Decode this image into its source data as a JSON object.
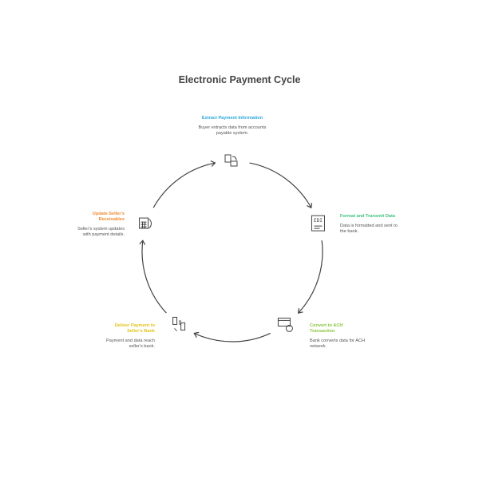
{
  "title": "Electronic Payment Cycle",
  "steps": [
    {
      "title": "Extract Payment Information",
      "desc": "Buyer extracts data from accounts payable system.",
      "color": "#29a8d8",
      "icon": "documents-transfer-icon"
    },
    {
      "title": "Format and Transmit Data",
      "desc": "Data is formatted and sent to the bank.",
      "color": "#3cc37a",
      "icon": "edi-document-icon"
    },
    {
      "title": "Convert to ACH Transaction",
      "desc": "Bank converts data for ACH network.",
      "color": "#8cc63f",
      "icon": "card-convert-icon"
    },
    {
      "title": "Deliver Payment to Seller's Bank",
      "desc": "Payment and data reach seller's bank.",
      "color": "#e0c41a",
      "icon": "phone-payment-icon"
    },
    {
      "title": "Update Seller's Receivables",
      "desc": "Seller's system updates with payment details.",
      "color": "#ee8a2e",
      "icon": "calculator-refresh-icon"
    }
  ]
}
